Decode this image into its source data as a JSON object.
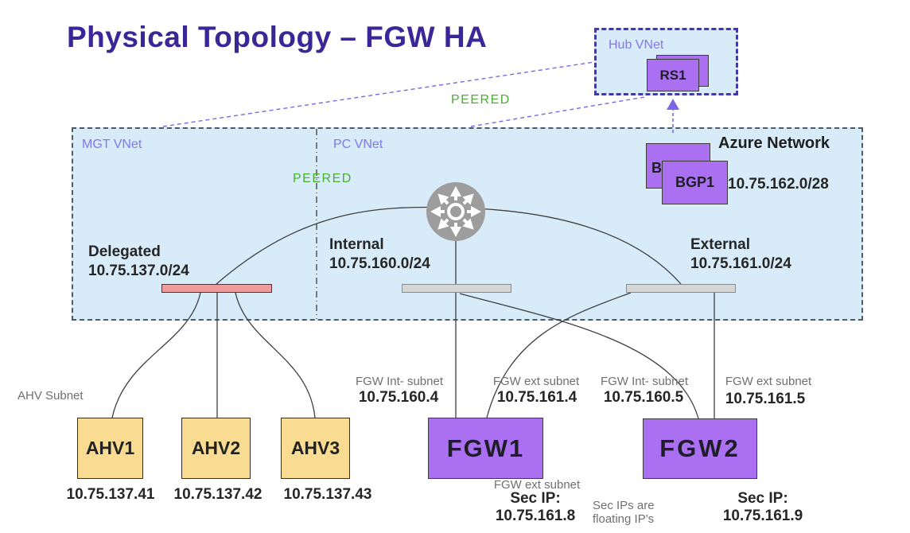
{
  "title": "Physical Topology – FGW HA",
  "peering": {
    "top_label": "PEERED",
    "left_label": "PEERED"
  },
  "hub_vnet": {
    "label": "Hub VNet",
    "rs_node": "RS1"
  },
  "azure_network": {
    "label": "Azure Network",
    "bgp_node": "BGP1",
    "bgp_back_fragment": "B",
    "cidr": "10.75.162.0/28"
  },
  "vnets": {
    "mgt_label": "MGT VNet",
    "pc_label": "PC VNet"
  },
  "subnets": {
    "delegated": {
      "name": "Delegated",
      "cidr": "10.75.137.0/24"
    },
    "internal": {
      "name": "Internal",
      "cidr": "10.75.160.0/24"
    },
    "external": {
      "name": "External",
      "cidr": "10.75.161.0/24"
    }
  },
  "ahv": {
    "subnet_label": "AHV Subnet",
    "nodes": [
      {
        "name": "AHV1",
        "ip": "10.75.137.41"
      },
      {
        "name": "AHV2",
        "ip": "10.75.137.42"
      },
      {
        "name": "AHV3",
        "ip": "10.75.137.43"
      }
    ]
  },
  "fgw1": {
    "name": "FGW1",
    "int_subnet_label": "FGW Int- subnet",
    "int_ip": "10.75.160.4",
    "ext_subnet_label": "FGW ext subnet",
    "ext_ip": "10.75.161.4",
    "sec_subnet_label": "FGW ext subnet",
    "sec_ip_title": "Sec IP:",
    "sec_ip": "10.75.161.8"
  },
  "fgw2": {
    "name": "FGW2",
    "int_subnet_label": "FGW Int- subnet",
    "int_ip": "10.75.160.5",
    "ext_subnet_label": "FGW ext subnet",
    "ext_ip": "10.75.161.5",
    "sec_ip_title": "Sec IP:",
    "sec_ip": "10.75.161.9"
  },
  "note": {
    "floating_ips": "Sec IPs are floating IP's"
  },
  "colors": {
    "title": "#3a2696",
    "vnet_label": "#8478e6",
    "peered_green": "#4aae32",
    "vnet_fill": "#d7ebf9",
    "hub_border": "#4a2fc4",
    "node_purple": "#ab70f2",
    "ahv_yellow": "#f9dc92",
    "delegated_bar": "#ef9b9b",
    "subnet_bar": "#d6d6d6",
    "router_gray": "#9d9d9d"
  }
}
